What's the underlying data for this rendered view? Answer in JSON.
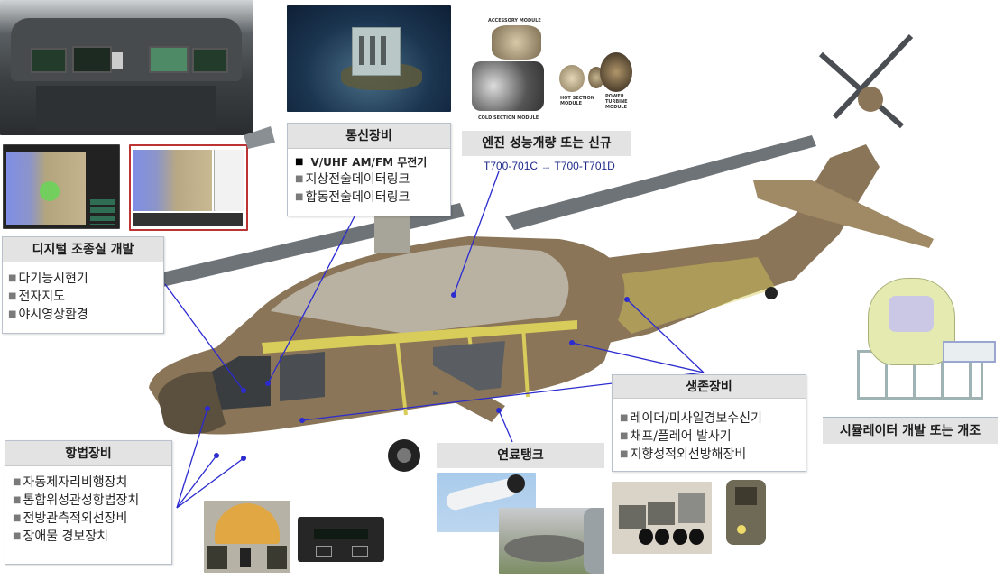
{
  "callouts": {
    "comms": {
      "title": "통신장비",
      "items": [
        "V/UHF AM/FM 무전기",
        "지상전술데이터링크",
        "합동전술데이터링크"
      ]
    },
    "engine": {
      "title": "엔진 성능개량 또는 신규",
      "detail": "T700-701C → T700-T701D"
    },
    "cockpit": {
      "title": "디지털 조종실 개발",
      "items": [
        "다기능시현기",
        "전자지도",
        "야시영상환경"
      ]
    },
    "survival": {
      "title": "생존장비",
      "items": [
        "레이더/미사일경보수신기",
        "채프/플레어 발사기",
        "지향성적외선방해장비"
      ]
    },
    "navigation": {
      "title": "항법장비",
      "items": [
        "자동제자리비행장치",
        "통합위성관성항법장치",
        "전방관측적외선장비",
        "장애물 경보장치"
      ]
    },
    "fuel": {
      "title": "연료탱크"
    },
    "simulator": {
      "title": "시뮬레이터 개발 또는 개조"
    }
  },
  "engine_photo_labels": {
    "accessory": "ACCESSORY MODULE",
    "cold": "COLD SECTION MODULE",
    "hot": "HOT SECTION MODULE",
    "power": "POWER TURBINE MODULE"
  },
  "colors": {
    "leader_line": "#2b2bd0",
    "header_bg": "#e3e3e3",
    "engine_detail_text": "#1f2a8a",
    "helicopter_body": "#8a7558",
    "frame_yellow": "#d8cc5a"
  }
}
